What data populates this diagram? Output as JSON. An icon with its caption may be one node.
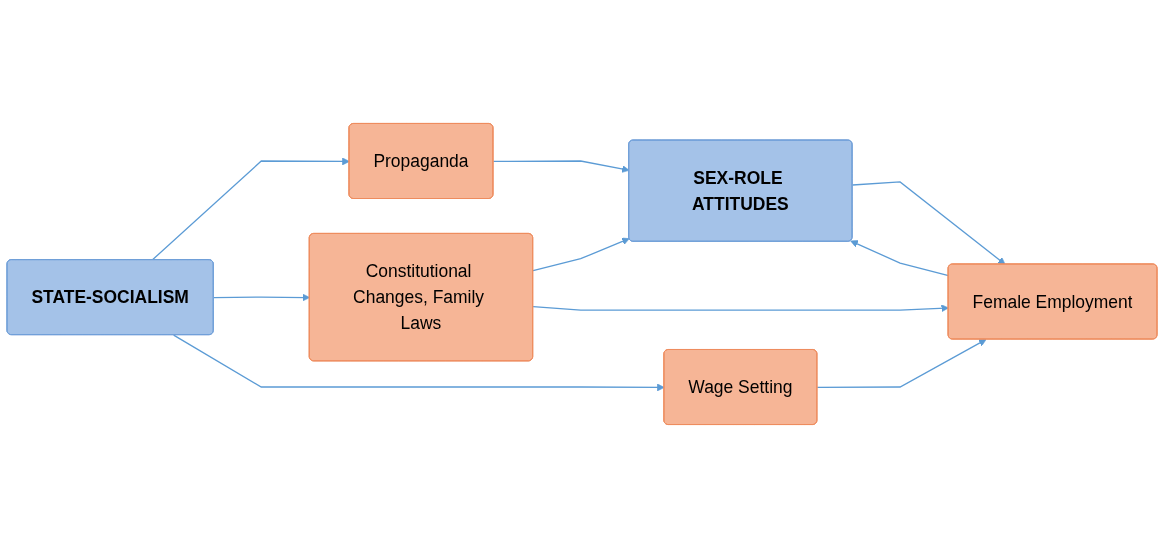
{
  "diagram": {
    "nodes": [
      {
        "text": [
          "STATE-SOCIALISM"
        ]
      },
      {
        "text": [
          "Propaganda"
        ]
      },
      {
        "text": [
          "Constitutional Changes, Family Laws"
        ]
      },
      {
        "text": [
          "Wage Setting"
        ]
      },
      {
        "text": [
          "SEX-ROLE ATTITUDES"
        ]
      },
      {
        "text": [
          "Female Employment"
        ]
      }
    ],
    "edges": [
      {
        "from": 0,
        "to": 1,
        "arrow": "to"
      },
      {
        "from": 0,
        "to": 2,
        "arrow": "to"
      },
      {
        "from": 0,
        "to": 3,
        "arrow": "to"
      },
      {
        "from": 1,
        "to": 4,
        "arrow": "to"
      },
      {
        "from": 2,
        "to": 4,
        "arrow": "to"
      },
      {
        "from": 2,
        "to": 5,
        "arrow": "to"
      },
      {
        "from": 3,
        "to": 5,
        "arrow": "to"
      },
      {
        "from": 4,
        "to": 5,
        "arrow": "to"
      },
      {
        "from": 5,
        "to": 4,
        "arrow": "to"
      }
    ]
  }
}
